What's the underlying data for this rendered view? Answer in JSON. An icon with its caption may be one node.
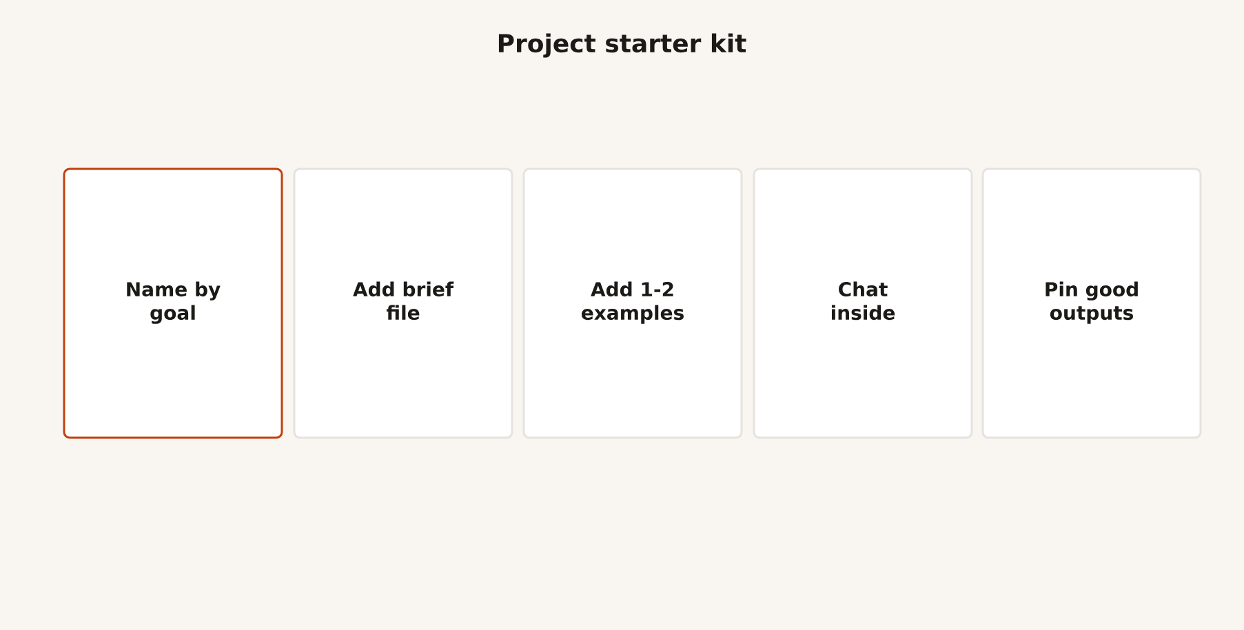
{
  "diagram": {
    "title": "Project starter kit",
    "nodes": [
      {
        "text": [
          "Name by goal"
        ]
      },
      {
        "text": [
          "Add brief file"
        ]
      },
      {
        "text": [
          "Add 1-2 examples"
        ]
      },
      {
        "text": [
          "Chat inside"
        ]
      },
      {
        "text": [
          "Pin good outputs"
        ]
      }
    ]
  }
}
